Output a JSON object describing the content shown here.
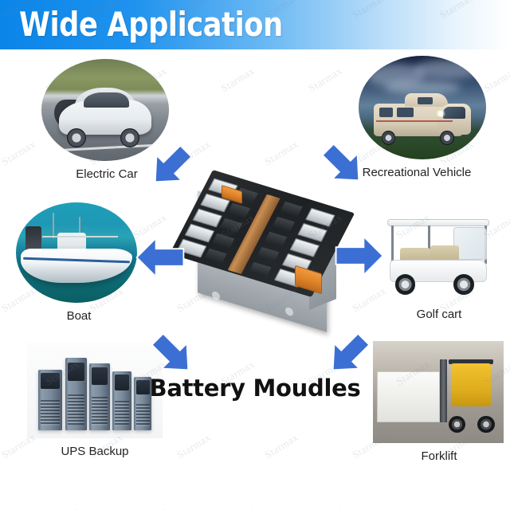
{
  "banner": {
    "title": "Wide Application",
    "gradient_start": "#0a85e8",
    "gradient_end": "#ffffff",
    "text_color": "#ffffff"
  },
  "center": {
    "title": "Battery Moudles",
    "product_name": "battery-module"
  },
  "accent_color": "#3b6fd4",
  "caption_color": "#231f20",
  "watermark": {
    "text": "Starmax"
  },
  "applications": [
    {
      "id": "electric-car",
      "label": "Electric Car",
      "shape": "round"
    },
    {
      "id": "recreational-vehicle",
      "label": "Recreational Vehicle",
      "shape": "round"
    },
    {
      "id": "boat",
      "label": "Boat",
      "shape": "round"
    },
    {
      "id": "golf-cart",
      "label": "Golf cart",
      "shape": "rect"
    },
    {
      "id": "ups-backup",
      "label": "UPS Backup",
      "shape": "rect"
    },
    {
      "id": "forklift",
      "label": "Forklift",
      "shape": "rect"
    }
  ],
  "arrows": [
    {
      "id": "arrow-to-electric-car",
      "direction": "up-left",
      "color": "#3b6fd4"
    },
    {
      "id": "arrow-to-recreational-vehicle",
      "direction": "up-right",
      "color": "#3b6fd4"
    },
    {
      "id": "arrow-to-boat",
      "direction": "left",
      "color": "#3b6fd4"
    },
    {
      "id": "arrow-to-golf-cart",
      "direction": "right",
      "color": "#3b6fd4"
    },
    {
      "id": "arrow-to-ups-backup",
      "direction": "down-left",
      "color": "#3b6fd4"
    },
    {
      "id": "arrow-to-forklift",
      "direction": "down-right",
      "color": "#3b6fd4"
    }
  ]
}
